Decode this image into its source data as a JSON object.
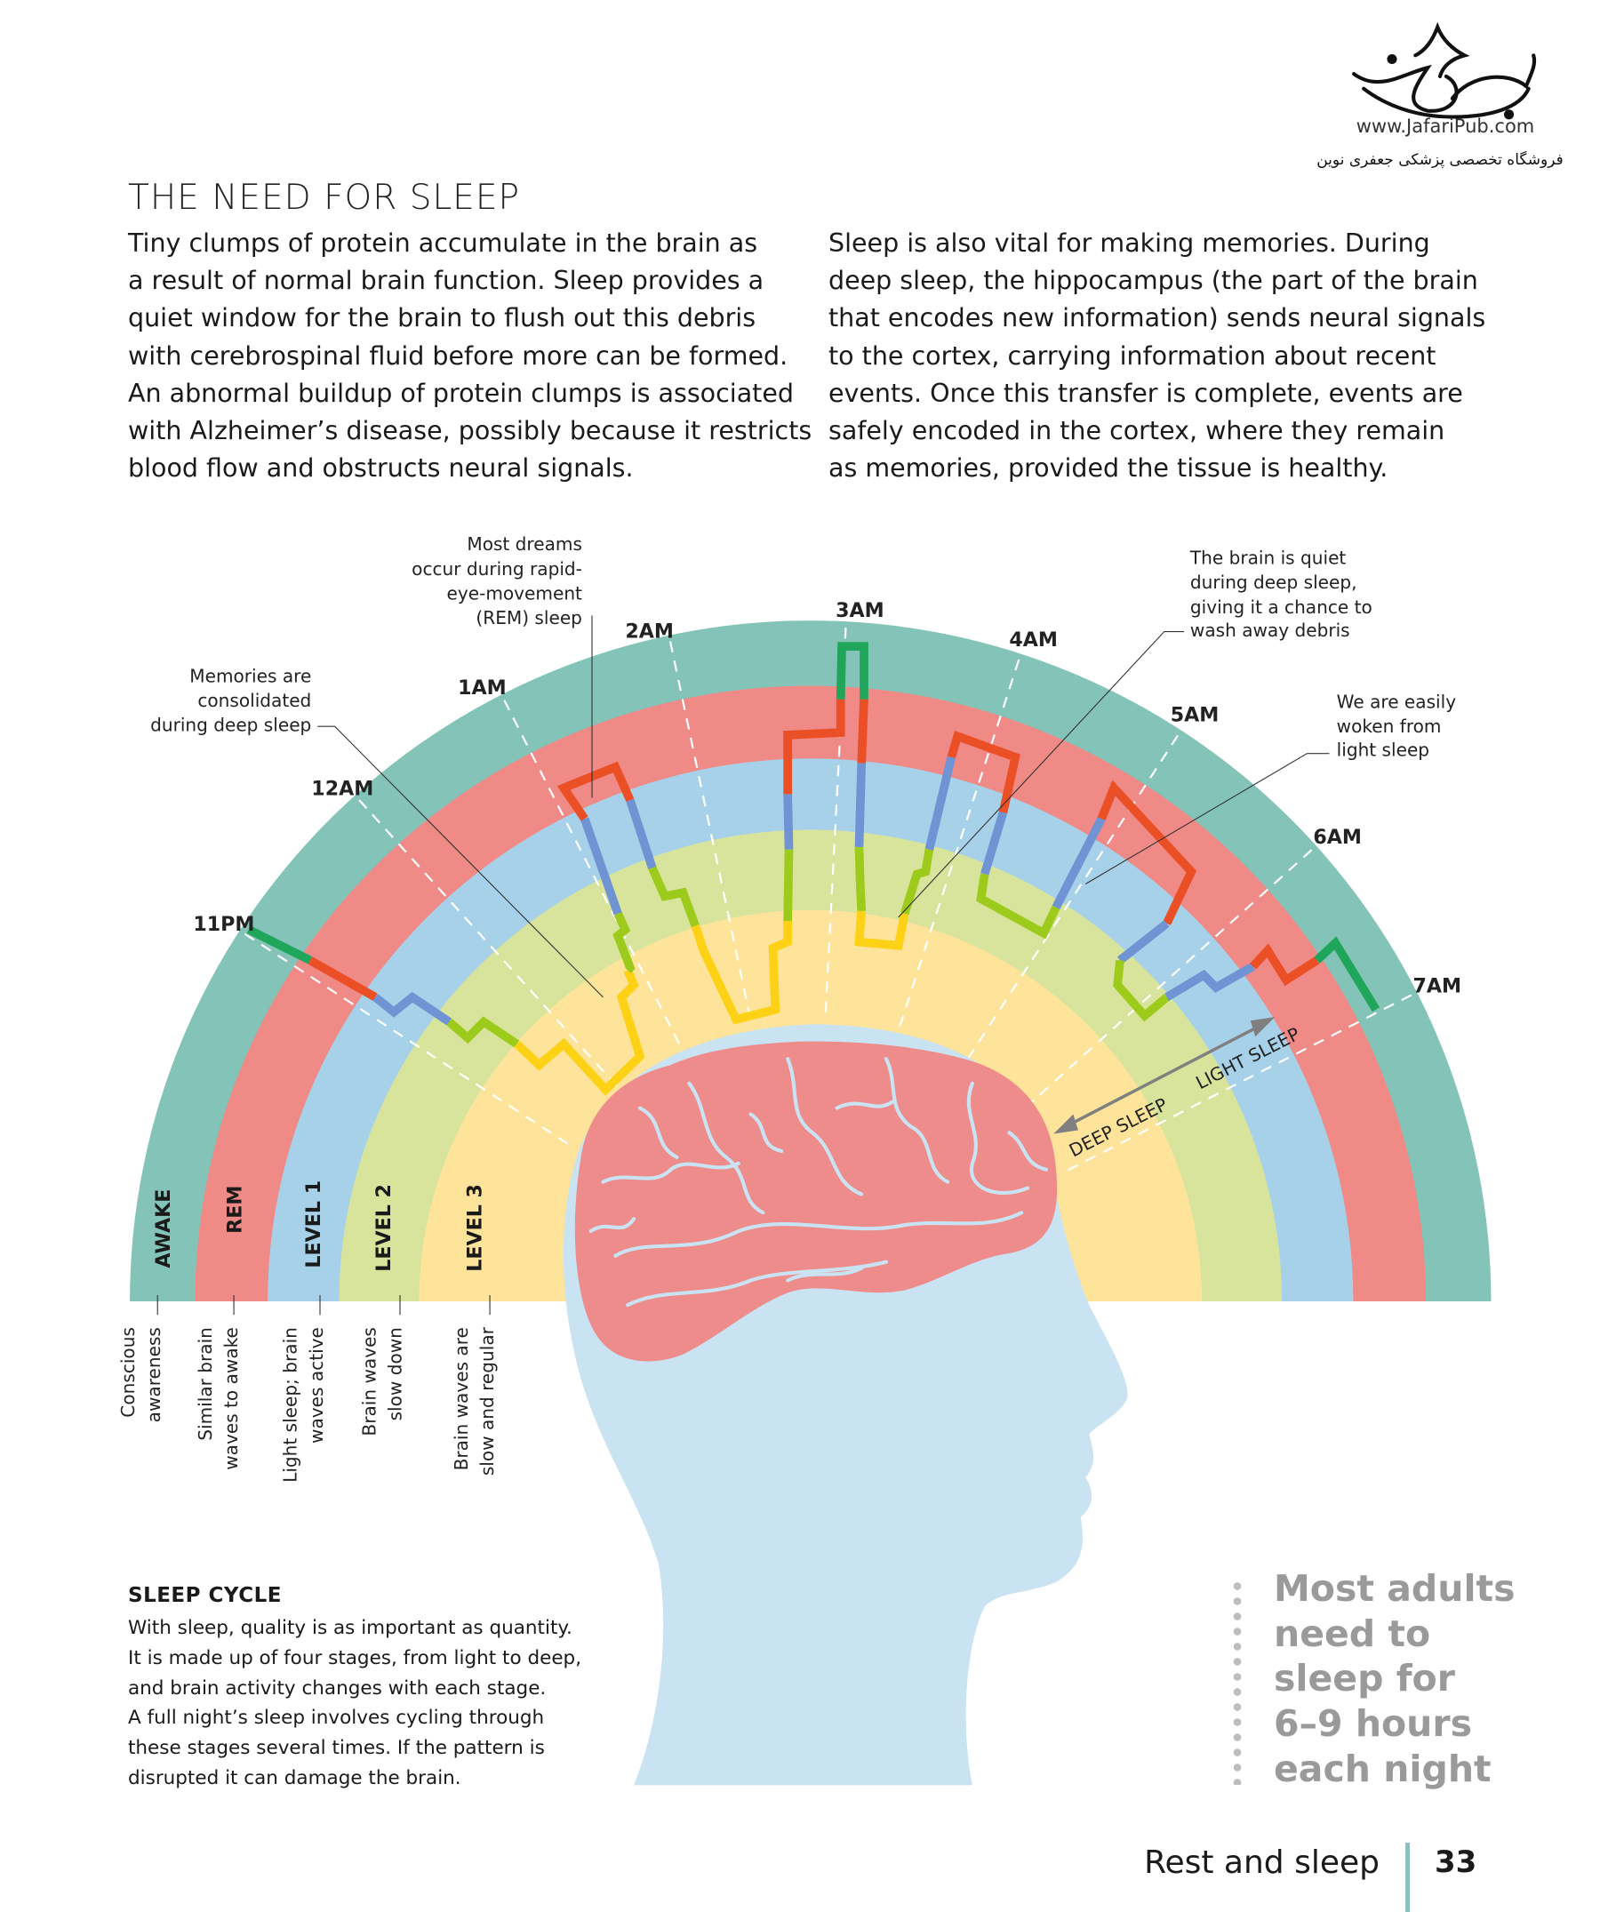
{
  "logo": {
    "url": "www.JafariPub.com",
    "tagline_fa": "فروشگاه تخصصی پزشکی جعفری نوین"
  },
  "title": "THE NEED FOR SLEEP",
  "intro_left": [
    "Tiny clumps of protein accumulate in the brain as",
    "a result of normal brain function. Sleep provides a",
    "quiet window for the brain to flush out this debris",
    "with cerebrospinal fluid before more can be formed.",
    "An abnormal buildup of protein clumps is associated",
    "with Alzheimer’s disease, possibly because it restricts",
    "blood flow and obstructs neural signals."
  ],
  "intro_right": [
    "Sleep is also vital for making memories. During",
    "deep sleep, the hippocampus (the part of the brain",
    "that encodes new information) sends neural signals",
    "to the cortex, carrying information about recent",
    "events. Once this transfer is complete, events are",
    "safely encoded in the cortex, where they remain",
    "as memories, provided the tissue is healthy."
  ],
  "diagram": {
    "hours": [
      "11PM",
      "12AM",
      "1AM",
      "2AM",
      "3AM",
      "4AM",
      "5AM",
      "6AM",
      "7AM"
    ],
    "stages": [
      {
        "label": "AWAKE",
        "desc": [
          "Conscious",
          "awareness"
        ],
        "color": "#84c4b8"
      },
      {
        "label": "REM",
        "desc": [
          "Similar brain",
          "waves to awake"
        ],
        "color": "#ef8a86"
      },
      {
        "label": "LEVEL 1",
        "desc": [
          "Light sleep; brain",
          "waves active"
        ],
        "color": "#a6d1e9"
      },
      {
        "label": "LEVEL 2",
        "desc": [
          "Brain waves",
          "slow down"
        ],
        "color": "#d8e49b"
      },
      {
        "label": "LEVEL 3",
        "desc": [
          "Brain waves are",
          "slow and regular"
        ],
        "color": "#fde49a"
      }
    ],
    "annotations": {
      "rem": [
        "Most dreams",
        "occur during rapid-",
        "eye-movement",
        "(REM) sleep"
      ],
      "memories": [
        "Memories are",
        "consolidated",
        "during deep sleep"
      ],
      "quiet": [
        "The brain is quiet",
        "during deep sleep,",
        "giving it a chance to",
        "wash away debris"
      ],
      "woken": [
        "We are easily",
        "woken from",
        "light sleep"
      ]
    },
    "deep_sleep_label": "DEEP SLEEP",
    "light_sleep_label": "LIGHT SLEEP"
  },
  "sleep_cycle": {
    "heading": "SLEEP CYCLE",
    "lines": [
      "With sleep, quality is as important as quantity.",
      "It is made up of four stages, from light to deep,",
      "and brain activity changes with each stage.",
      "A full night’s sleep involves cycling through",
      "these stages several times. If the pattern is",
      "disrupted it can damage the brain."
    ]
  },
  "pull_quote": [
    "Most adults",
    "need to",
    "sleep for",
    "6–9 hours",
    "each night"
  ],
  "footer": {
    "section": "Rest and sleep",
    "page_number": "33"
  }
}
